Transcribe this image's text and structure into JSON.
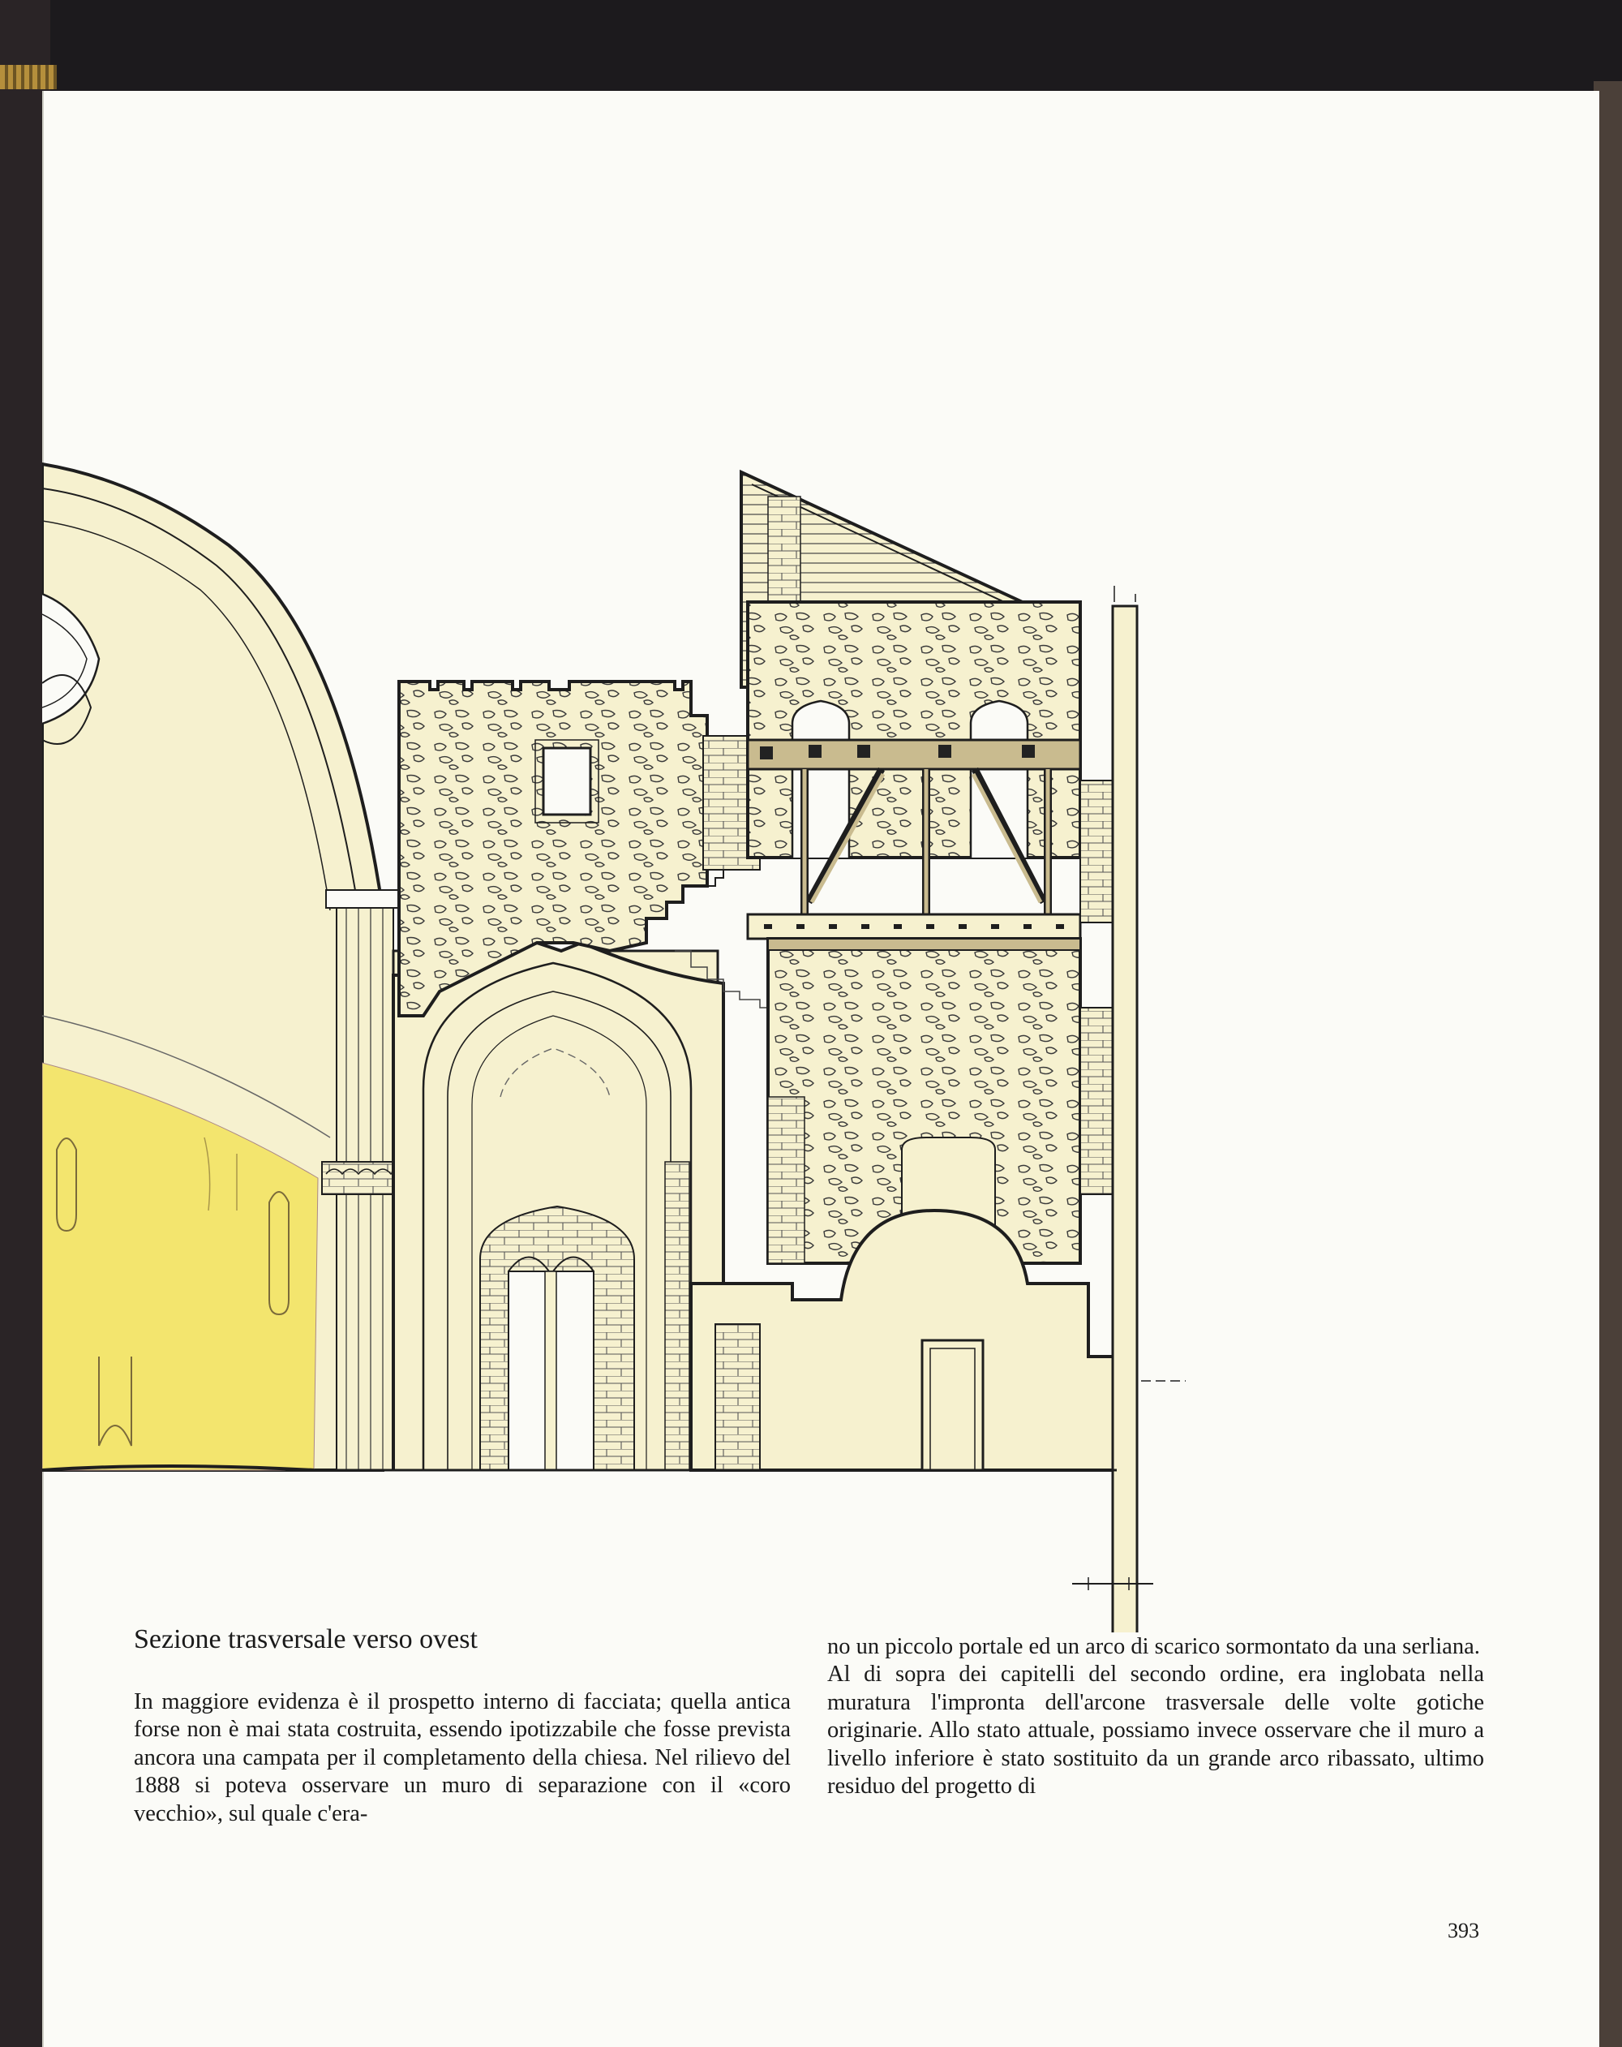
{
  "page": {
    "section_title": "Sezione trasversale verso ovest",
    "left_paragraph": "In maggiore evidenza è il prospetto interno di facciata; quella antica forse non è mai stata costruita, essendo ipotizzabile che fosse prevista ancora una campata per il completamento della chiesa. Nel rilievo del 1888 si poteva osservare un muro di separazione con il «coro vecchio», sul quale c'era-",
    "right_paragraph_1": "no un piccolo portale ed un arco di scarico sormontato da una serliana.",
    "right_paragraph_2": "Al di sopra dei capitelli del secondo ordine, era inglobata nella muratura l'impronta dell'arcone trasversale delle volte gotiche originarie. Allo stato attuale, possiamo invece osservare che il muro a livello inferiore è stato sostituito da un grande arco ribassato, ultimo residuo del progetto di",
    "page_number": "393"
  },
  "colors": {
    "paper": "#fbfbf7",
    "drawing_fill": "#f6f1cf",
    "highlight_yellow": "#f3e56e",
    "ink": "#1e1e1e"
  }
}
